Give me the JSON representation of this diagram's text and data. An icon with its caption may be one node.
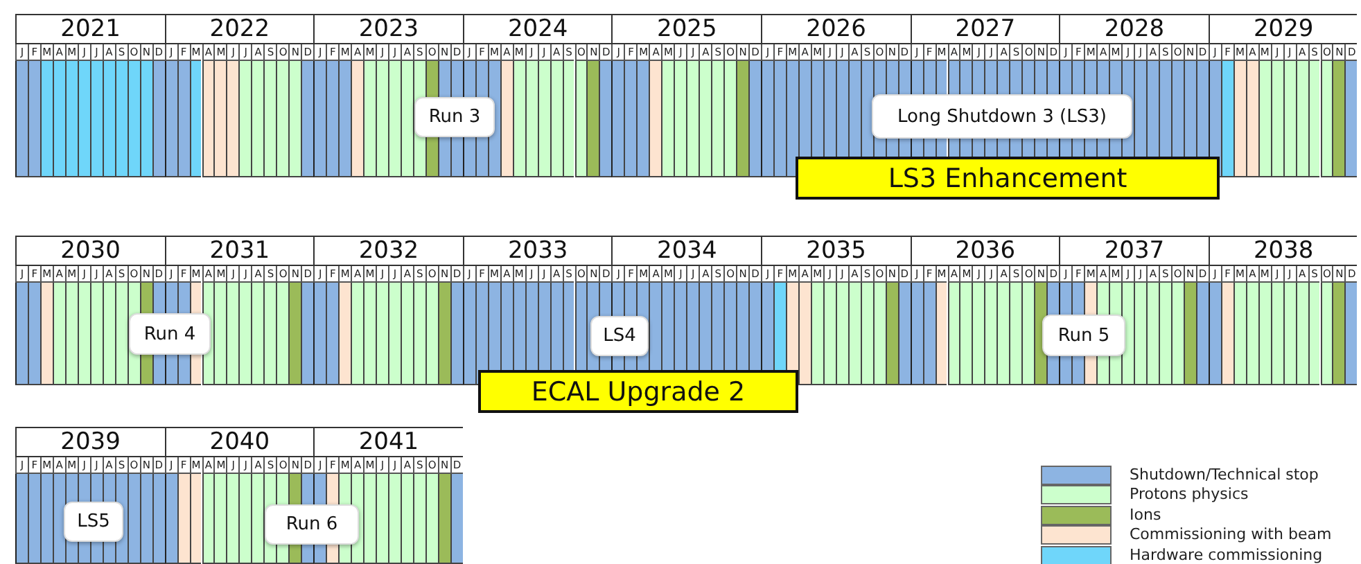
{
  "diagram": {
    "nodes": [
      {
        "text": [
          "Run 3"
        ]
      },
      {
        "text": [
          "Long Shutdown 3 (LS3)"
        ]
      },
      {
        "text": [
          "LS3 Enhancement"
        ]
      },
      {
        "text": [
          "Run 4"
        ]
      },
      {
        "text": [
          "LS4"
        ]
      },
      {
        "text": [
          "ECAL Upgrade 2"
        ]
      },
      {
        "text": [
          "Run 5"
        ]
      },
      {
        "text": [
          "LS5"
        ]
      },
      {
        "text": [
          "Run 6"
        ]
      }
    ],
    "labels": [
      "2021",
      "2022",
      "2023",
      "2024",
      "2025",
      "2026",
      "2027",
      "2028",
      "2029",
      "J",
      "F",
      "M",
      "A",
      "M",
      "J",
      "J",
      "A",
      "S",
      "O",
      "N",
      "D",
      "J",
      "F",
      "M",
      "A",
      "M",
      "J",
      "J",
      "A",
      "S",
      "O",
      "N",
      "D",
      "J",
      "F",
      "M",
      "A",
      "M",
      "J",
      "J",
      "A",
      "S",
      "O",
      "N",
      "D",
      "J",
      "F",
      "M",
      "A",
      "M",
      "J",
      "J",
      "A",
      "S",
      "O",
      "N",
      "D",
      "J",
      "F",
      "M",
      "A",
      "M",
      "J",
      "J",
      "A",
      "S",
      "O",
      "N",
      "D",
      "J",
      "F",
      "M",
      "A",
      "M",
      "J",
      "J",
      "A",
      "S",
      "O",
      "N",
      "D",
      "J",
      "F",
      "M",
      "A",
      "M",
      "J",
      "J",
      "A",
      "S",
      "O",
      "N",
      "D",
      "J",
      "F",
      "M",
      "A",
      "M",
      "J",
      "J",
      "A",
      "S",
      "O",
      "N",
      "D",
      "J",
      "F",
      "M",
      "A",
      "M",
      "J",
      "J",
      "A",
      "S",
      "O",
      "N",
      "D",
      "2030",
      "2031",
      "2032",
      "2033",
      "2034",
      "2035",
      "2036",
      "2037",
      "2038",
      "J",
      "F",
      "M",
      "A",
      "M",
      "J",
      "J",
      "A",
      "S",
      "O",
      "N",
      "D",
      "J",
      "F",
      "M",
      "A",
      "M",
      "J",
      "J",
      "A",
      "S",
      "O",
      "N",
      "D",
      "J",
      "F",
      "M",
      "A",
      "M",
      "J",
      "J",
      "A",
      "S",
      "O",
      "N",
      "D",
      "J",
      "F",
      "M",
      "A",
      "M",
      "J",
      "J",
      "A",
      "S",
      "O",
      "N",
      "D",
      "J",
      "F",
      "M",
      "A",
      "M",
      "J",
      "J",
      "A",
      "S",
      "O",
      "N",
      "D",
      "J",
      "F",
      "M",
      "A",
      "M",
      "J",
      "J",
      "A",
      "S",
      "O",
      "N",
      "D",
      "J",
      "F",
      "M",
      "A",
      "M",
      "J",
      "J",
      "A",
      "S",
      "O",
      "N",
      "D",
      "J",
      "F",
      "M",
      "A",
      "M",
      "J",
      "J",
      "A",
      "S",
      "O",
      "N",
      "D",
      "J",
      "F",
      "M",
      "A",
      "M",
      "J",
      "J",
      "A",
      "S",
      "O",
      "N",
      "D",
      "2039",
      "2040",
      "2041",
      "J",
      "F",
      "M",
      "A",
      "M",
      "J",
      "J",
      "A",
      "S",
      "O",
      "N",
      "D",
      "J",
      "F",
      "M",
      "A",
      "M",
      "J",
      "J",
      "A",
      "S",
      "O",
      "N",
      "D",
      "J",
      "F",
      "M",
      "A",
      "M",
      "J",
      "J",
      "A",
      "S",
      "O",
      "N",
      "D"
    ],
    "legend": [
      {
        "text": "Shutdown/Technical stop",
        "color": "#8db4e2"
      },
      {
        "text": "Protons physics",
        "color": "#ccffcc"
      },
      {
        "text": "Ions",
        "color": "#9bbb59"
      },
      {
        "text": "Commissioning with beam",
        "color": "#fde4d0"
      },
      {
        "text": "Hardware commissioning",
        "color": "#6fd6fa"
      }
    ]
  }
}
